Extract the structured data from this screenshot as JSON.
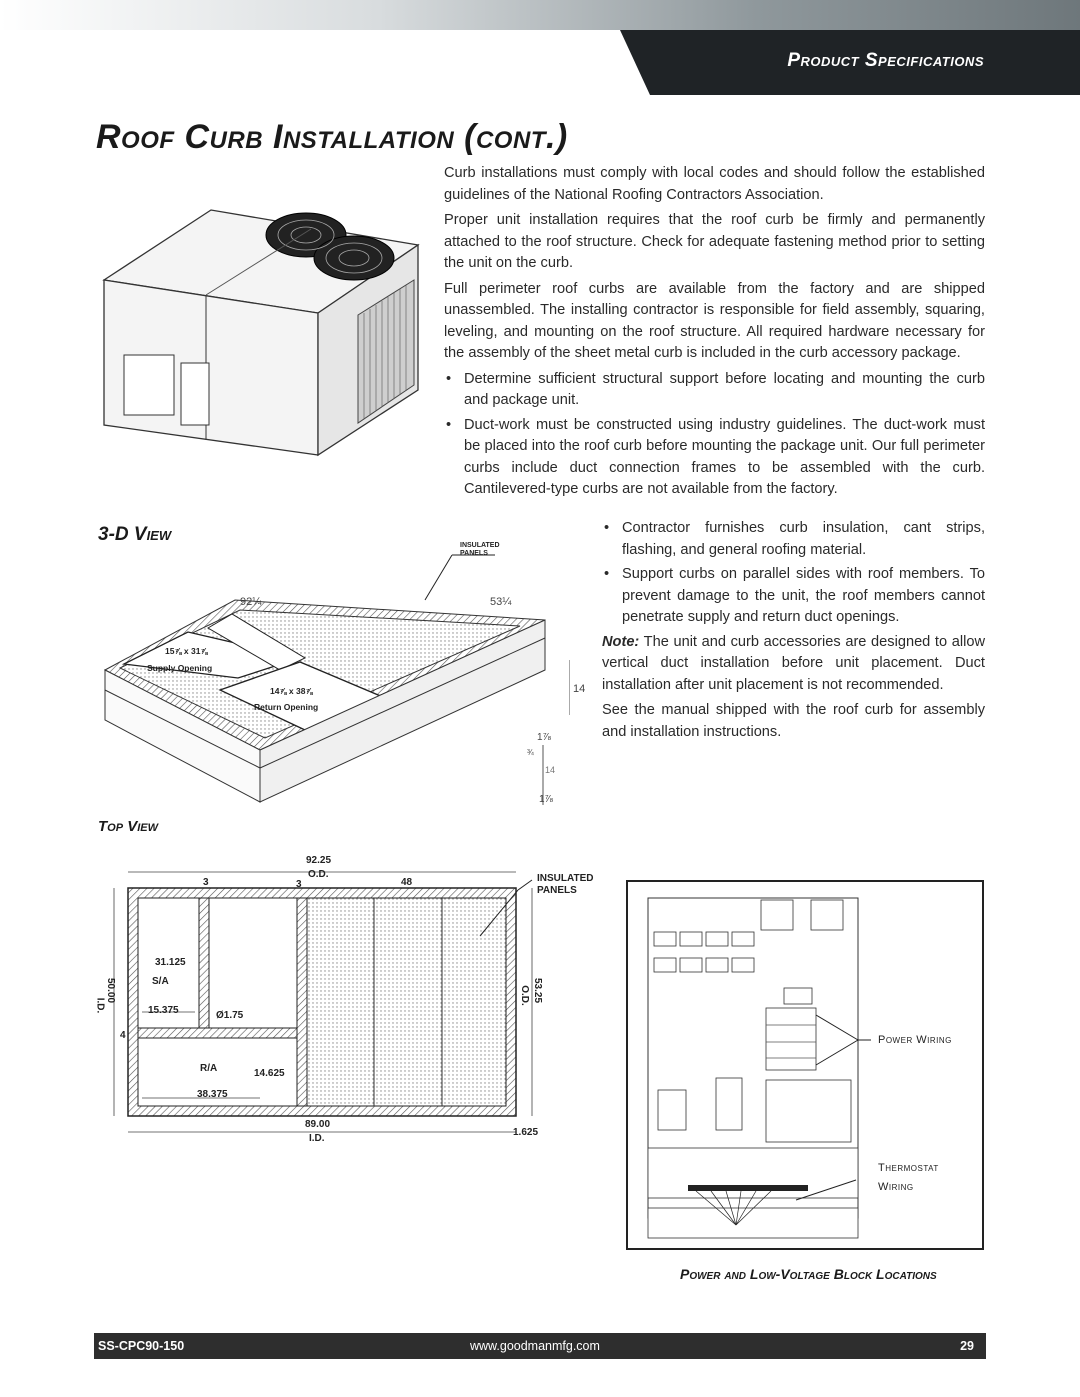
{
  "header": {
    "section_title": "Product Specifications"
  },
  "page_title": "Roof Curb Installation (cont.)",
  "body": {
    "paragraphs": [
      "Curb installations must comply with local codes and should follow the established guidelines of the National Roofing Contractors Association.",
      "Proper unit installation requires that the roof curb be firmly and permanently attached to the roof structure. Check for adequate fastening method prior to setting the unit on the curb.",
      "Full perimeter roof curbs are available from the factory and are shipped unassembled. The installing contractor is responsible for field assembly, squaring, leveling, and mounting on the roof structure. All required hardware necessary for the assembly of the sheet metal curb is included in the curb accessory package."
    ],
    "bullets_top": [
      "Determine sufficient structural support before locating and mounting the curb and package unit.",
      "Duct-work must be constructed using industry guidelines. The duct-work must be placed into the roof curb before mounting the package unit. Our full perimeter curbs include duct connection frames to be assembled with the curb. Cantilevered-type curbs are not available from the factory."
    ],
    "bullets_right": [
      "Contractor furnishes curb insulation, cant strips, flashing, and general roofing material.",
      "Support curbs on parallel sides with roof members. To prevent damage to the unit, the roof members cannot penetrate supply and return duct openings."
    ],
    "note_label": "Note:",
    "note_text": " The unit and curb accessories are designed to allow vertical duct installation before unit placement. Duct installation after unit placement is not recommended.",
    "final_para": "See the manual shipped with the roof curb for assembly and installation instructions."
  },
  "headings": {
    "view_3d": "3-D View",
    "top_view": "Top View",
    "block_locations": "Power and Low-Voltage Block Locations"
  },
  "diagram_3d": {
    "insulated_panels": "INSULATED\nPANELS",
    "dim_left": "92¼",
    "dim_right": "53¼",
    "supply_size": "15⅞ x 31⅞",
    "supply_label": "Supply Opening",
    "return_size": "14⅞ x 38⅞",
    "return_label": "Return Opening",
    "dim_height": "14",
    "dim_a": "1⅞",
    "dim_b": "¾",
    "dim_c": "14",
    "dim_d": "1⅞"
  },
  "diagram_top": {
    "od_top": "92.25",
    "od_top_label": "O.D.",
    "d3a": "3",
    "d3b": "3",
    "d48": "48",
    "insulated": "INSULATED",
    "panels": "PANELS",
    "d31": "31.125",
    "sa": "S/A",
    "id50": "50.00",
    "id_label": "I.D.",
    "d15": "15.375",
    "dia": "Ø1.75",
    "d4": "4",
    "od53": "53.25",
    "od_label": "O.D.",
    "ra": "R/A",
    "d14": "14.625",
    "d38": "38.375",
    "id89": "89.00",
    "id89_label": "I.D.",
    "d1625": "1.625"
  },
  "wiring": {
    "power_wiring": "Power Wiring",
    "thermostat": "Thermostat",
    "wiring": "Wiring"
  },
  "footer": {
    "model": "SS-CPC90-150",
    "url": "www.goodmanmfg.com",
    "page": "29"
  }
}
